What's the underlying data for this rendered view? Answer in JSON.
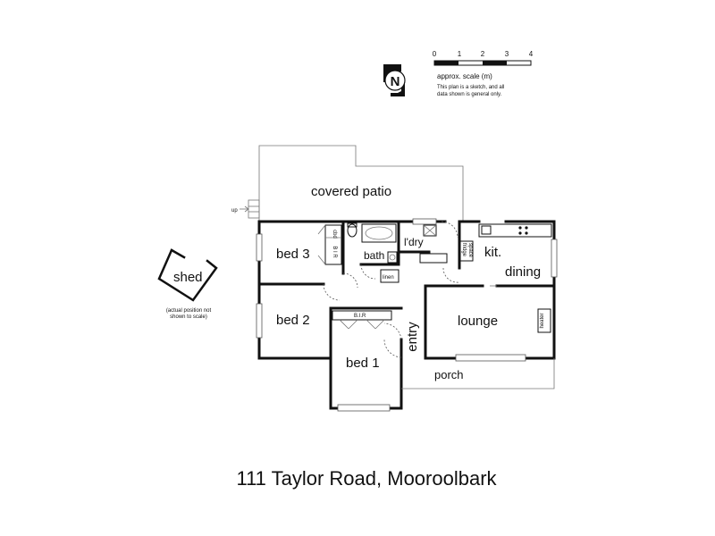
{
  "scale": {
    "ticks": [
      "0",
      "1",
      "2",
      "3",
      "4"
    ],
    "label": "approx. scale (m)",
    "note_line1": "This plan is a sketch, and all",
    "note_line2": "data shown is general only."
  },
  "north": {
    "letter": "N"
  },
  "rooms": {
    "covered_patio": "covered patio",
    "bed3": "bed 3",
    "bath": "bath",
    "ldry": "l'dry",
    "kit": "kit.",
    "dining": "dining",
    "bed2": "bed 2",
    "entry": "entry",
    "lounge": "lounge",
    "bed1": "bed 1",
    "porch": "porch",
    "shed": "shed"
  },
  "labels": {
    "up": "up",
    "cbd": "cbd",
    "bir_vertical": "B I R",
    "bir_horizontal": "B.I.R",
    "linen": "linen",
    "fridge": "fridge",
    "fridge_space": "space",
    "heater": "heater",
    "shed_note_line1": "(actual position not",
    "shed_note_line2": "shown to scale)"
  },
  "address": "111 Taylor Road, Mooroolbark"
}
